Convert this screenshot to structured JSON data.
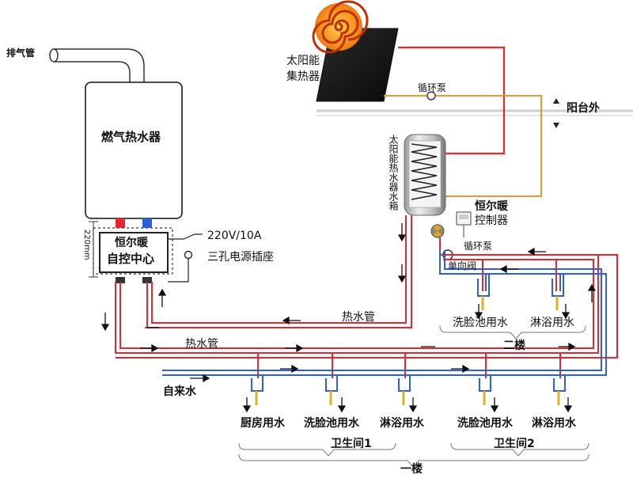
{
  "labels": {
    "exhaust_pipe": "排气管",
    "gas_heater": "燃气热水器",
    "control_center_line1": "恒尔暖",
    "control_center_line2": "自控中心",
    "dimension": "220mm",
    "power_spec": "220V/10A",
    "power_socket": "三孔电源插座",
    "solar_collector_line1": "太阳能",
    "solar_collector_line2": "集热器",
    "circulation_pump_top": "循环泵",
    "balcony_outside": "阳台外",
    "solar_tank": "太阳能热水器水箱",
    "controller_line1": "恒尔暖",
    "controller_line2": "控制器",
    "circulation_pump": "循环泵",
    "check_valve": "单向阀",
    "hot_pipe_upper": "热水管",
    "hot_pipe_lower": "热水管",
    "tap_water": "自来水",
    "second_floor": "二楼",
    "first_floor": "一楼",
    "bathroom1": "卫生间1",
    "bathroom2": "卫生间2",
    "fixtures_upper": [
      "洗脸池用水",
      "淋浴用水"
    ],
    "fixtures_lower": [
      "厨房用水",
      "洗脸池用水",
      "淋浴用水",
      "洗脸池用水",
      "淋浴用水"
    ]
  },
  "colors": {
    "hot_pipe": "#e8262d",
    "cold_pipe": "#2f5fd6",
    "solar_loop": "#e8262d",
    "return_loop": "#c9a24a",
    "panel": "#1c1c1c",
    "spiral": "#f0a020"
  }
}
